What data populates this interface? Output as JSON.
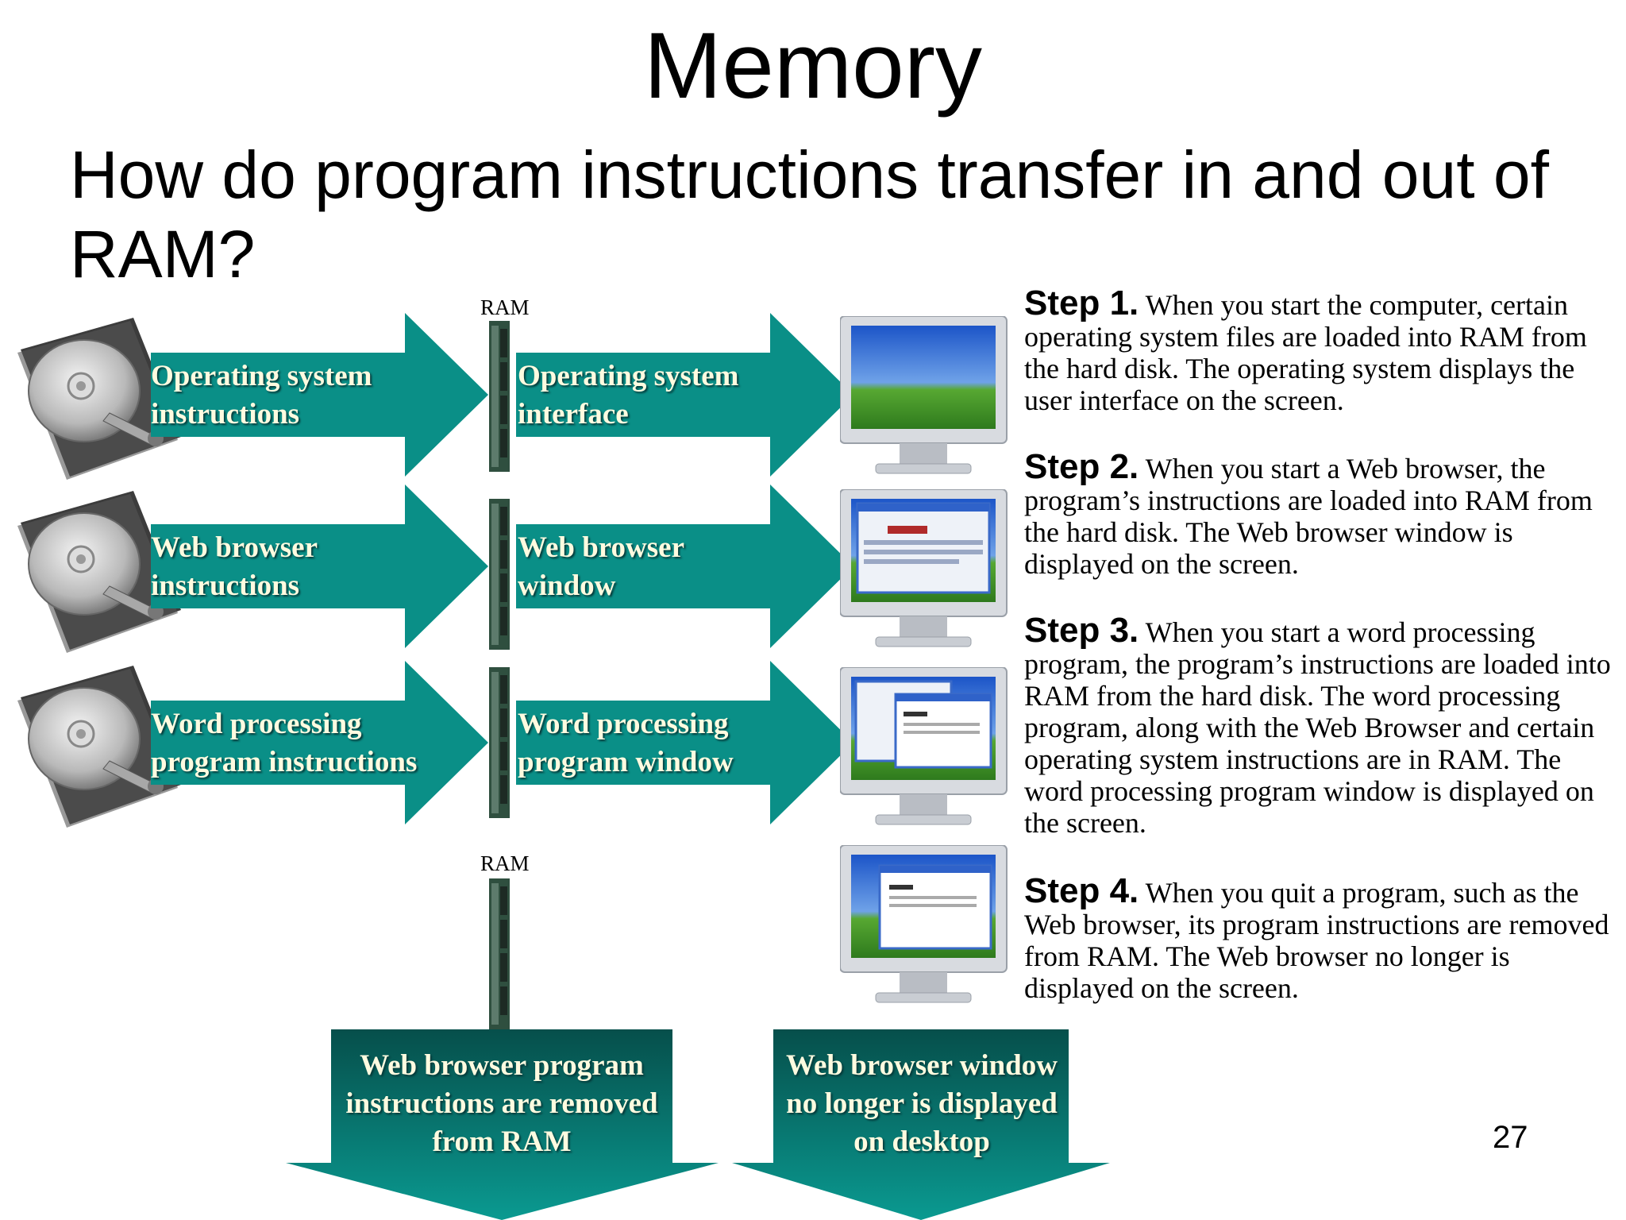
{
  "title": "Memory",
  "question": "How do program instructions transfer in and out of RAM?",
  "ram_label_top": "RAM",
  "ram_label_bottom": "RAM",
  "arrows": {
    "row1": {
      "left": [
        "Operating system",
        "instructions"
      ],
      "right": [
        "Operating system",
        "interface"
      ]
    },
    "row2": {
      "left": [
        "Web browser",
        "instructions"
      ],
      "right": [
        "Web browser",
        "window"
      ]
    },
    "row3": {
      "left": [
        "Word processing",
        "program instructions"
      ],
      "right": [
        "Word processing",
        "program window"
      ]
    }
  },
  "down_arrows": {
    "left": "Web browser program instructions are removed from RAM",
    "right": "Web browser window no longer is displayed on desktop"
  },
  "steps": [
    {
      "label": "Step 1.",
      "text": "When you start the computer, certain operating system files are loaded into RAM from the hard disk. The operating system displays the user interface on the screen."
    },
    {
      "label": "Step 2.",
      "text": "When you start a Web browser, the program’s instructions are loaded into RAM from the hard disk. The Web browser window is displayed on the screen."
    },
    {
      "label": "Step 3.",
      "text": "When you start a word processing program, the program’s instructions are loaded into RAM from the hard disk. The word processing program, along with the Web Browser and certain operating system instructions are in RAM. The word processing program window is displayed on the screen."
    },
    {
      "label": "Step 4.",
      "text": "When you quit a program, such as the Web browser, its program instructions are removed from RAM. The Web browser no longer is displayed on the screen."
    }
  ],
  "page_number": "27",
  "colors": {
    "arrow_teal": "#0a8f87",
    "arrow_dark": "#075f5a"
  }
}
